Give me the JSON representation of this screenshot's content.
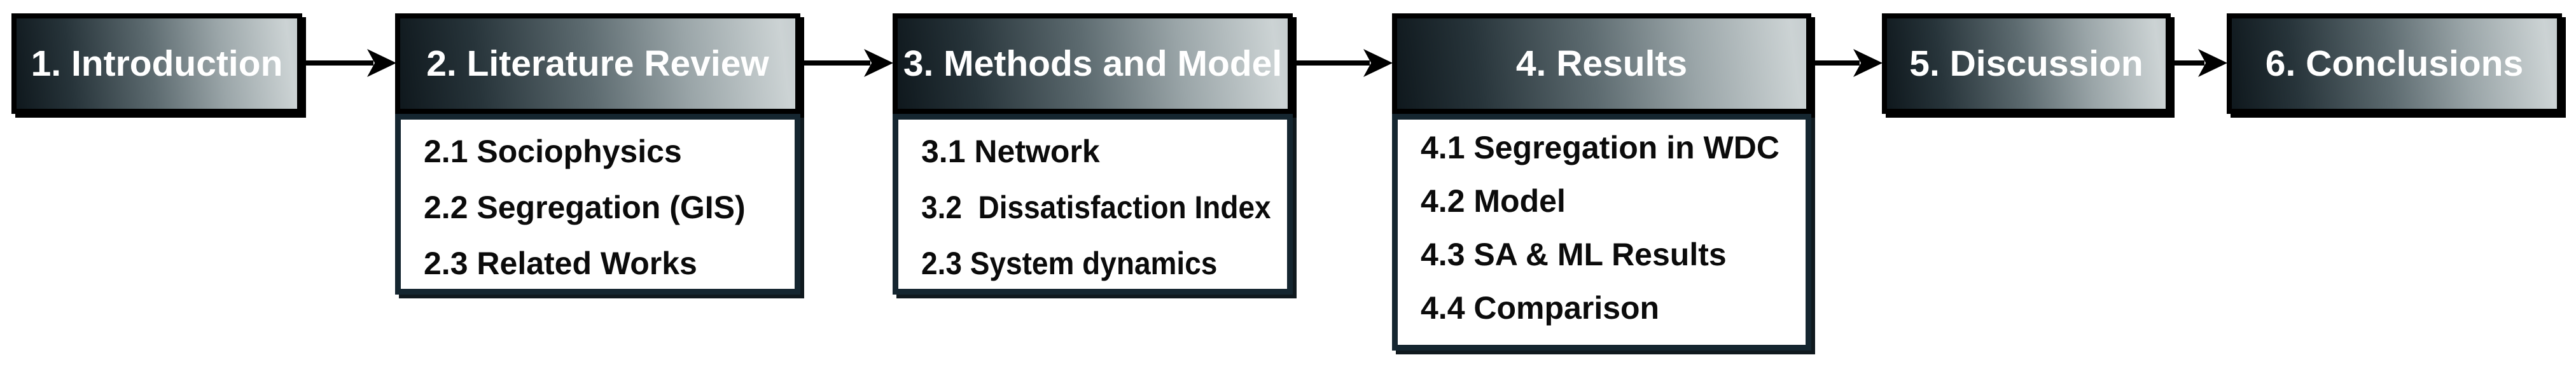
{
  "diagram": {
    "nodes": [
      {
        "label": "1. Introduction",
        "items": []
      },
      {
        "label": "2. Literature Review",
        "items": [
          "2.1 Sociophysics",
          "2.2 Segregation (GIS)",
          "2.3 Related Works"
        ]
      },
      {
        "label": "3. Methods and Model",
        "items": [
          "3.1 Network",
          "3.2  Dissatisfaction Index",
          "2.3 System dynamics"
        ]
      },
      {
        "label": "4. Results",
        "items": [
          "4.1 Segregation in WDC",
          "4.2 Model",
          "4.3 SA & ML Results",
          "4.4 Comparison"
        ]
      },
      {
        "label": "5. Discussion",
        "items": []
      },
      {
        "label": "6. Conclusions",
        "items": []
      }
    ],
    "connections": [
      {
        "from": "1. Introduction",
        "to": "2. Literature Review"
      },
      {
        "from": "2. Literature Review",
        "to": "3. Methods and Model"
      },
      {
        "from": "3. Methods and Model",
        "to": "4. Results"
      },
      {
        "from": "4. Results",
        "to": "5. Discussion"
      },
      {
        "from": "5. Discussion",
        "to": "6. Conclusions"
      }
    ],
    "colors": {
      "header_gradient_dark": "#0f181d",
      "header_gradient_light": "#ccd3d4",
      "header_border": "#000000",
      "header_text": "#ffffff",
      "subbox_border": "#152630",
      "subbox_background": "#ffffff",
      "item_text": "#0b0b0b",
      "arrow": "#000000",
      "background": "#ffffff"
    }
  }
}
